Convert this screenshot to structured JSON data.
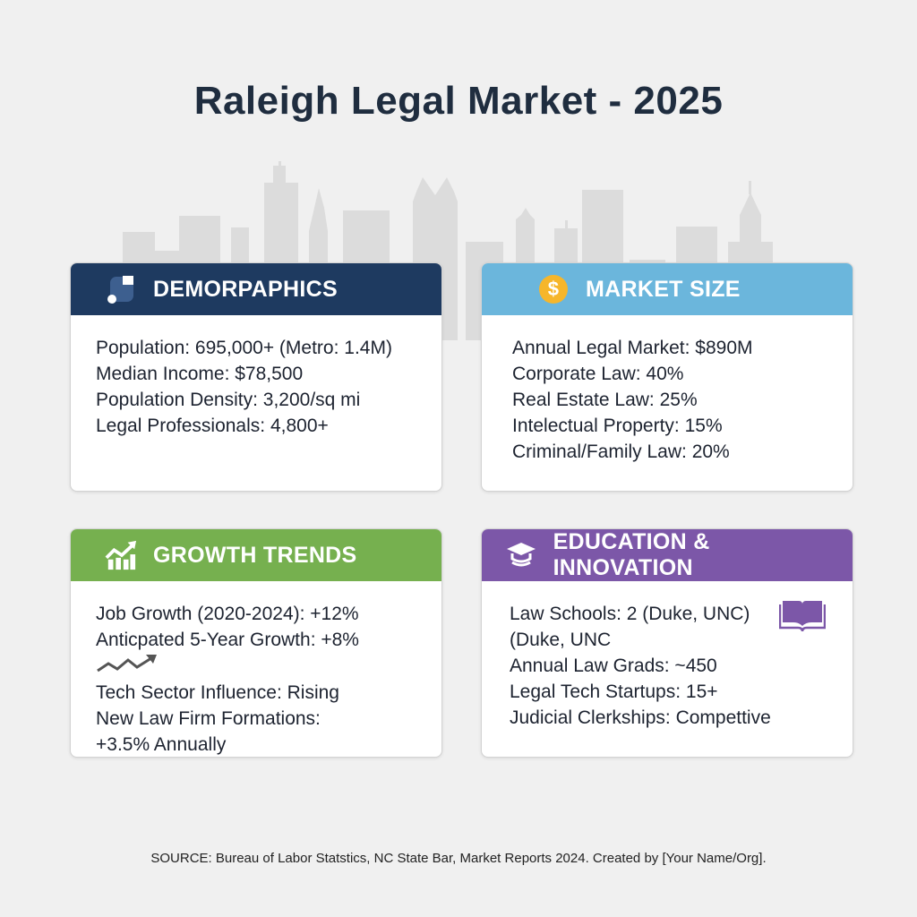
{
  "title": "Raleigh Legal Market - 2025",
  "colors": {
    "title": "#1f2d3f",
    "demographics_header": "#1e3a60",
    "market_header": "#6bb6dc",
    "growth_header": "#76b04f",
    "education_header": "#7c57a8",
    "coin": "#f6b62b",
    "skyline": "#dcdcdc",
    "background": "#f0f0f0"
  },
  "cards": {
    "demographics": {
      "title": "DEMORPAPHICS",
      "icon": "abstract-shape-icon",
      "lines": [
        "Population: 695,000+ (Metro: 1.4M)",
        "Median Income: $78,500",
        "Population Density: 3,200/sq mi",
        "Legal Professionals: 4,800+"
      ]
    },
    "market": {
      "title": "MARKET SIZE",
      "icon": "dollar-coin-icon",
      "icon_glyph": "$",
      "lines": [
        "Annual Legal Market: $890M",
        "Corporate Law: 40%",
        "Real Estate Law: 25%",
        "Intelectual Property: 15%",
        "Criminal/Family Law: 20%"
      ]
    },
    "growth": {
      "title": "GROWTH TRENDS",
      "icon": "growth-chart-icon",
      "lines": [
        "Job Growth (2020-2024): +12%",
        "Anticpated 5-Year Growth: +8%",
        "Tech Sector Influence: Rising",
        "New Law Firm Formations:",
        "+3.5% Annually"
      ]
    },
    "education": {
      "title": "EDUCATION & INNOVATION",
      "icon": "graduation-cap-icon",
      "lines": [
        "Law Schools: 2 (Duke, UNC)",
        "(Duke, UNC",
        "Annual Law Grads: ~450",
        "Legal Tech Startups: 15+",
        "Judicial Clerkships: Compettive"
      ]
    }
  },
  "footer": "SOURCE: Bureau of Labor Statstics, NC State Bar, Market Reports 2024. Created by [Your Name/Org]."
}
